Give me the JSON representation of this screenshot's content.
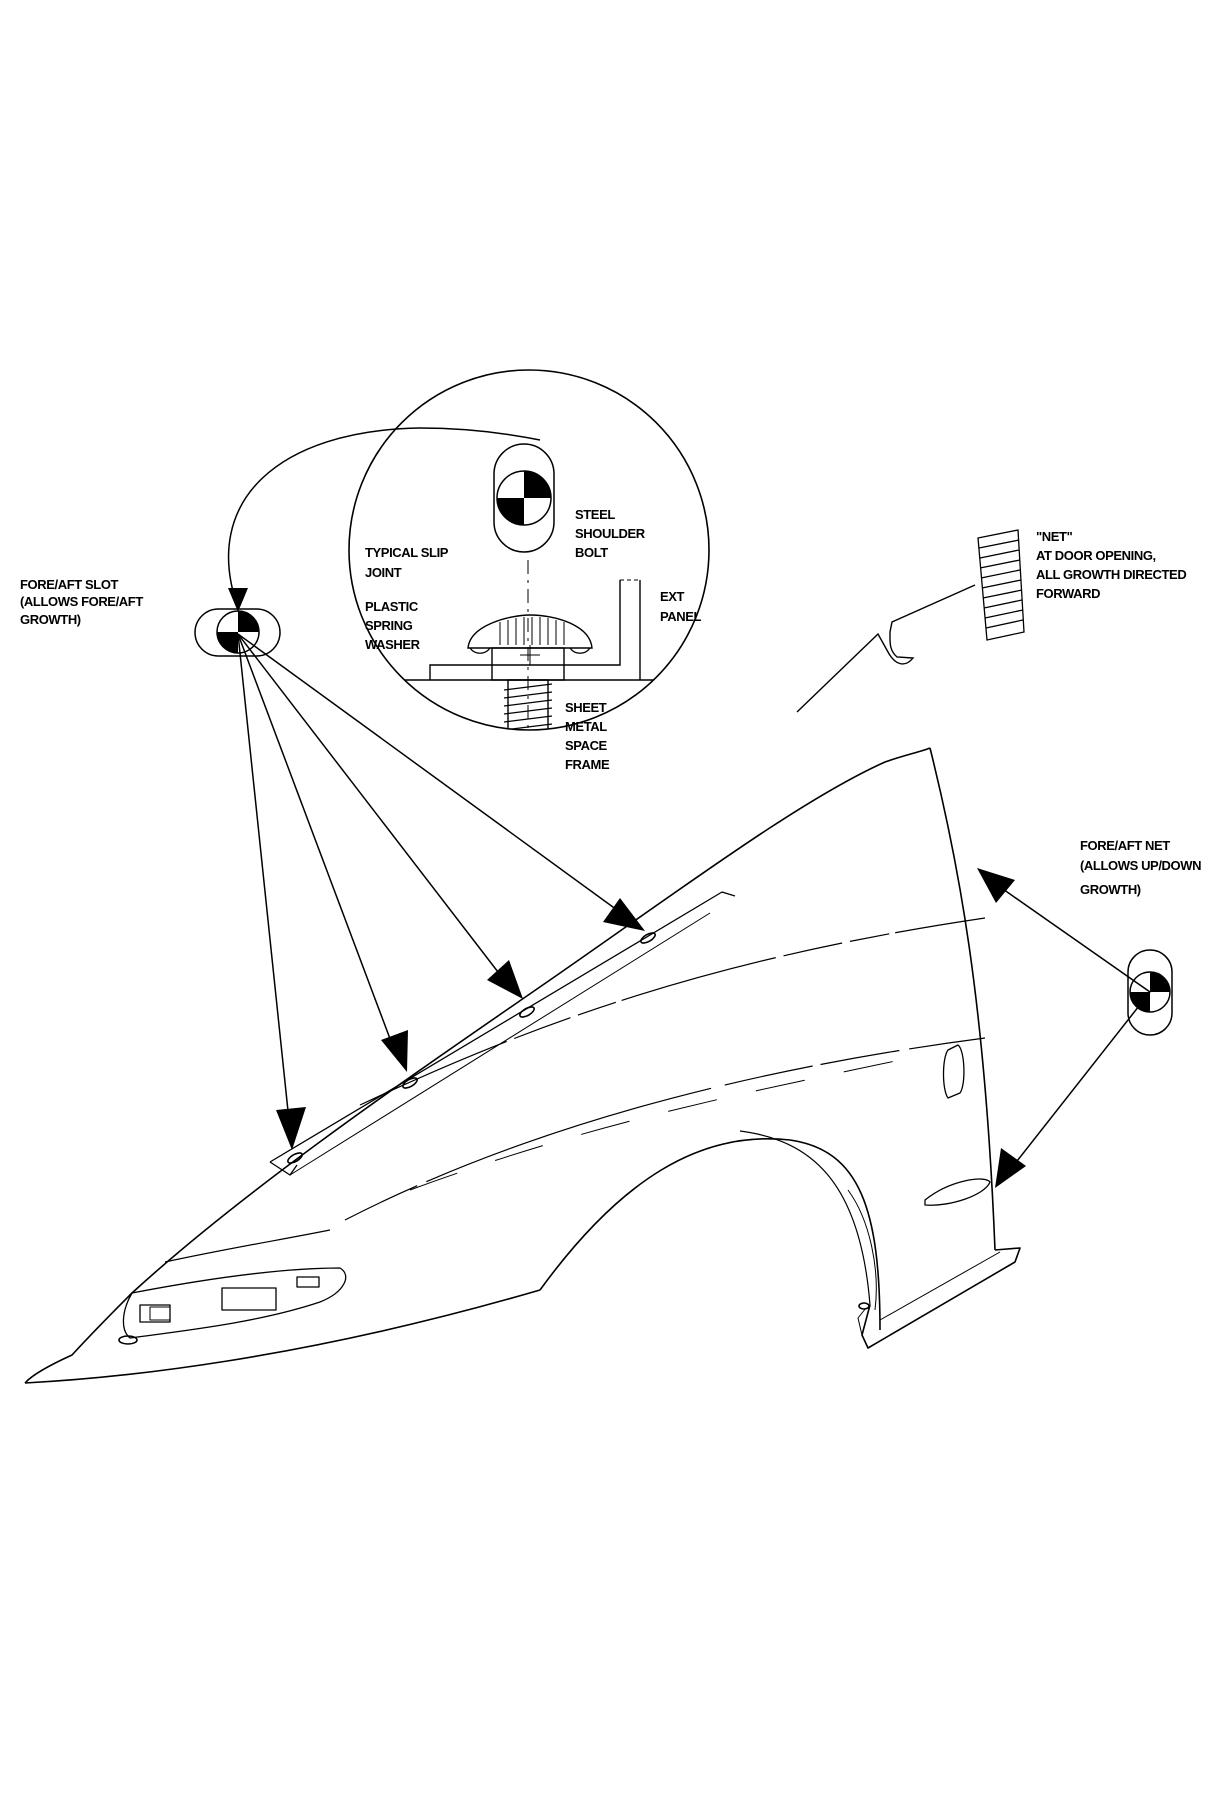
{
  "labels": {
    "fore_aft_slot": [
      "FORE/AFT SLOT",
      "(ALLOWS FORE/AFT",
      "GROWTH)"
    ],
    "typical_slip_joint": [
      "TYPICAL SLIP",
      "JOINT"
    ],
    "plastic_spring_washer": [
      "PLASTIC",
      "SPRING",
      "WASHER"
    ],
    "steel_shoulder_bolt": [
      "STEEL",
      "SHOULDER",
      "BOLT"
    ],
    "ext_panel": [
      "EXT",
      "PANEL"
    ],
    "sheet_metal_space_frame": [
      "SHEET",
      "METAL",
      "SPACE",
      "FRAME"
    ],
    "net_at_door_opening": [
      "\"NET\"",
      "AT DOOR OPENING,",
      "ALL GROWTH DIRECTED",
      "FORWARD"
    ],
    "fore_aft_net": [
      "FORE/AFT NET",
      "(ALLOWS UP/DOWN",
      "GROWTH)"
    ]
  }
}
